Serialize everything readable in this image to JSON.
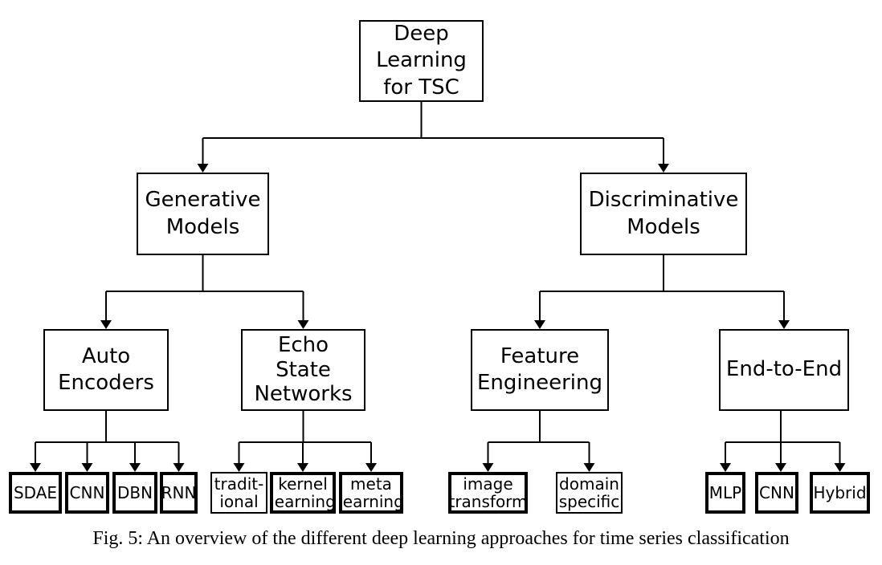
{
  "figure": {
    "caption": "Fig. 5: An overview of the different deep learning approaches for time series classification"
  },
  "tree": {
    "root": {
      "label": "Deep\nLearning\nfor TSC"
    },
    "generative": {
      "label": "Generative\nModels"
    },
    "discriminative": {
      "label": "Discriminative\nModels"
    },
    "auto_encoders": {
      "label": "Auto\nEncoders"
    },
    "echo_state_networks": {
      "label": "Echo\nState\nNetworks"
    },
    "feature_engineering": {
      "label": "Feature\nEngineering"
    },
    "end_to_end": {
      "label": "End-to-End"
    },
    "auto_encoder_children": [
      {
        "label": "SDAE"
      },
      {
        "label": "CNN"
      },
      {
        "label": "DBN"
      },
      {
        "label": "RNN"
      }
    ],
    "echo_state_children": [
      {
        "label": "tradit-\nional"
      },
      {
        "label": "kernel\nlearning"
      },
      {
        "label": "meta\nlearning"
      }
    ],
    "feature_engineering_children": [
      {
        "label": "image\ntransform"
      },
      {
        "label": "domain\nspecific"
      }
    ],
    "end_to_end_children": [
      {
        "label": "MLP"
      },
      {
        "label": "CNN"
      },
      {
        "label": "Hybrid"
      }
    ]
  }
}
